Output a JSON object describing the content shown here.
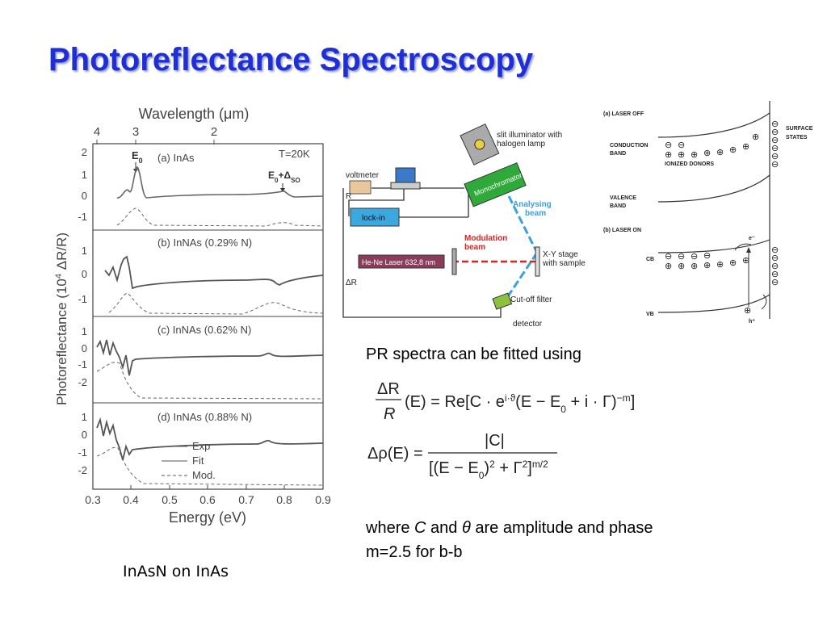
{
  "slide": {
    "title": "Photoreflectance Spectroscopy",
    "caption": "InAsN on InAs",
    "fit_intro": "PR spectra can be fitted using",
    "where_prefix": "where ",
    "var_c": "C",
    "where_and": " and ",
    "var_theta": "θ",
    "where_suffix": " are amplitude and phase",
    "m_note": "m=2.5 for b-b"
  },
  "plot": {
    "top_axis_title": "Wavelength (μm)",
    "top_ticks": [
      "4",
      "3",
      "2"
    ],
    "x_title": "Energy (eV)",
    "y_title": "Photoreflectance (10",
    "y_title_exp": "4",
    "y_title_end": " ΔR/R)",
    "x_ticks": [
      "0.3",
      "0.4",
      "0.5",
      "0.6",
      "0.7",
      "0.8",
      "0.9"
    ],
    "panel_a": {
      "label": "(a) InAs",
      "temp": "T=20K",
      "e0": "E",
      "e0_sub": "0",
      "eso": "E",
      "eso_sub": "0",
      "eso_plus": "+Δ",
      "eso_sub2": "SO",
      "ticks": [
        "2",
        "1",
        "0",
        "-1"
      ]
    },
    "panel_b": {
      "label": "(b) InNAs (0.29% N)",
      "ticks": [
        "1",
        "0",
        "-1"
      ]
    },
    "panel_c": {
      "label": "(c) InNAs (0.62% N)",
      "ticks": [
        "1",
        "0",
        "-1",
        "-2"
      ]
    },
    "panel_d": {
      "label": "(d) InNAs (0.88% N)",
      "ticks": [
        "1",
        "0",
        "-1",
        "-2"
      ]
    },
    "legend": {
      "exp": "Exp",
      "fit": "Fit",
      "mod": "Mod."
    }
  },
  "setup": {
    "voltmeter": "voltmeter",
    "r_label": "R",
    "lockin": "lock-in",
    "laser": "He-Ne Laser 632,8 nm",
    "delta_r": "ΔR",
    "illuminator": "slit illuminator with",
    "illuminator2": "halogen lamp",
    "monochromator": "Monochromator",
    "analysing": "Analysing",
    "analysing2": "beam",
    "modulation": "Modulation",
    "modulation2": "beam",
    "stage": "X-Y stage",
    "stage2": "with sample",
    "filter": "Cut-off filter",
    "detector": "detector"
  },
  "bands": {
    "a_label": "(a)  LASER  OFF",
    "surface": "SURFACE",
    "states": "STATES",
    "conduction": "CONDUCTION",
    "band": "BAND",
    "donors": "IONIZED  DONORS",
    "valence": "VALENCE",
    "band2": "BAND",
    "b_label": "(b)  LASER  ON",
    "cb": "CB",
    "vb": "VB",
    "eminus": "e⁻",
    "hplus": "h⁺"
  },
  "equations": {
    "eq1_num": "ΔR",
    "eq1_den": "R",
    "eq1_rhs": "(E) = Re[C · e",
    "eq1_exp": "i·ϑ",
    "eq1_rest": "(E − E",
    "eq1_sub": "0",
    "eq1_end": " + i · Γ)",
    "eq1_pow": "−m",
    "eq1_close": "]",
    "eq2_lhs": "Δρ(E) =",
    "eq2_num": "|C|",
    "eq2_den": "[(E − E",
    "eq2_den_sub": "0",
    "eq2_den_mid": ")",
    "eq2_den_sq": "2",
    "eq2_den_plus": " + Γ",
    "eq2_den_sq2": "2",
    "eq2_den_close": "]",
    "eq2_den_pow": "m/2"
  }
}
